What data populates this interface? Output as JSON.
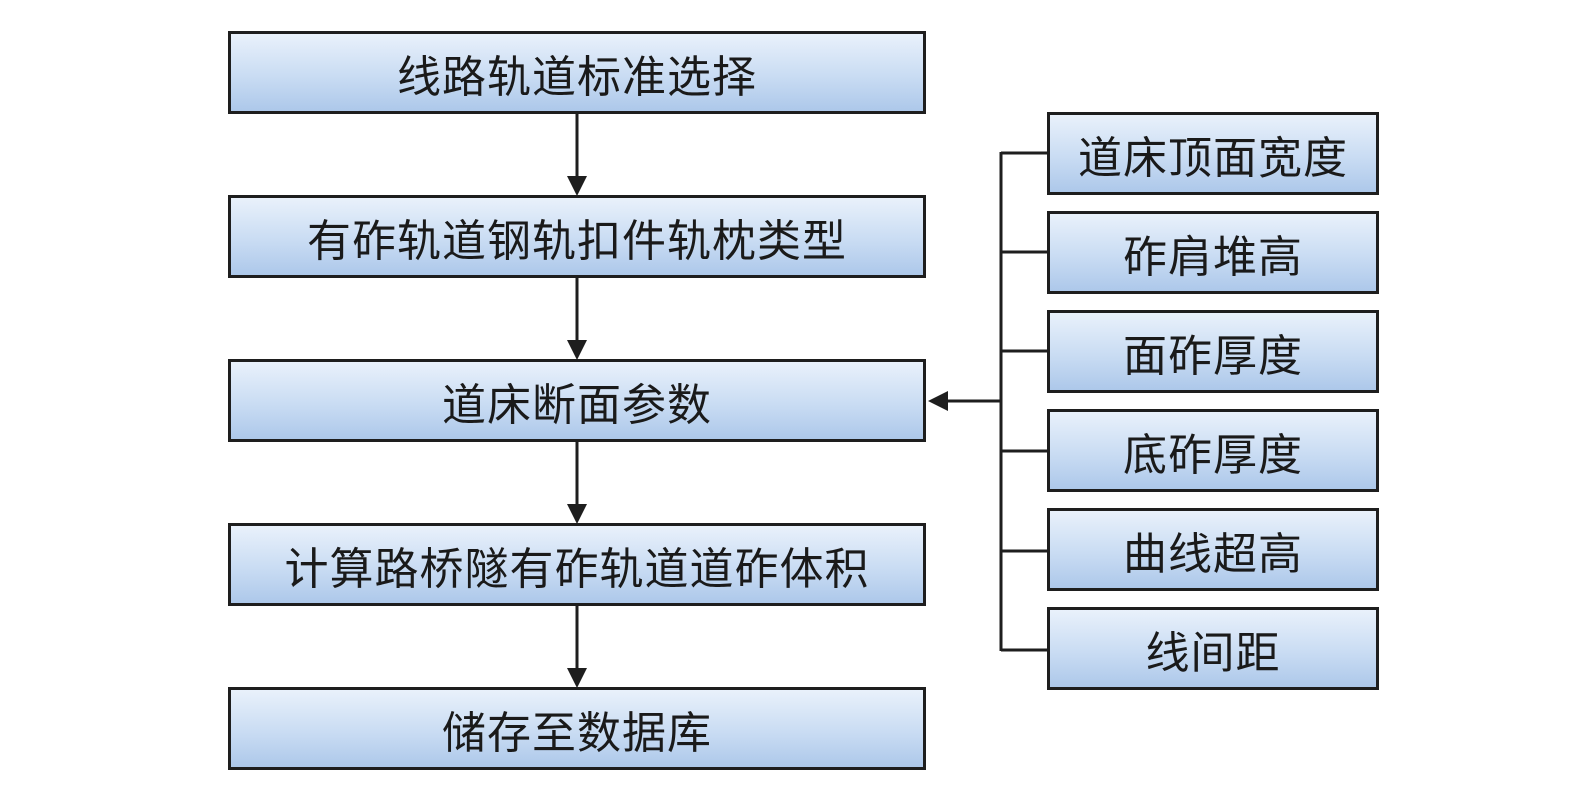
{
  "flow": {
    "steps": [
      "线路轨道标准选择",
      "有砟轨道钢轨扣件轨枕类型",
      "道床断面参数",
      "计算路桥隧有砟轨道道砟体积",
      "储存至数据库"
    ]
  },
  "params": {
    "items": [
      "道床顶面宽度",
      "砟肩堆高",
      "面砟厚度",
      "底砟厚度",
      "曲线超高",
      "线间距"
    ]
  },
  "colors": {
    "box_fill_top": "#e9f1fb",
    "box_fill_bottom": "#adc8ea",
    "stroke": "#1e1e1e"
  }
}
